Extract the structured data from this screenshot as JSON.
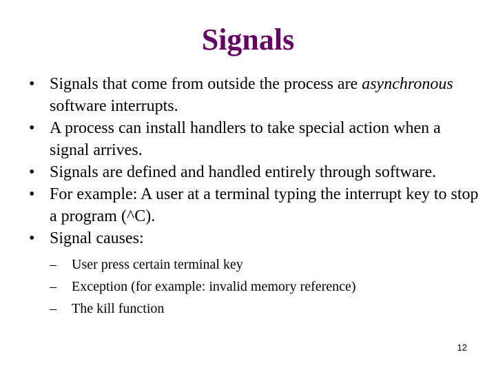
{
  "slide": {
    "title": "Signals",
    "title_color": "#660066",
    "bullet_marker": "•",
    "sub_marker": "–",
    "bullets": [
      {
        "pre": "Signals that come from outside the process are ",
        "emph": "asynchronous",
        "post": " software interrupts."
      },
      {
        "text": "A process can install handlers to take special action when a signal arrives."
      },
      {
        "text": "Signals are defined and handled entirely through software."
      },
      {
        "text": "For example: A user at a terminal typing the interrupt key to stop a program (^C)."
      },
      {
        "text": "Signal causes:"
      }
    ],
    "sub_bullets": [
      "User press certain terminal key",
      "Exception (for example: invalid memory reference)",
      "The kill function"
    ],
    "page_number": "12"
  }
}
